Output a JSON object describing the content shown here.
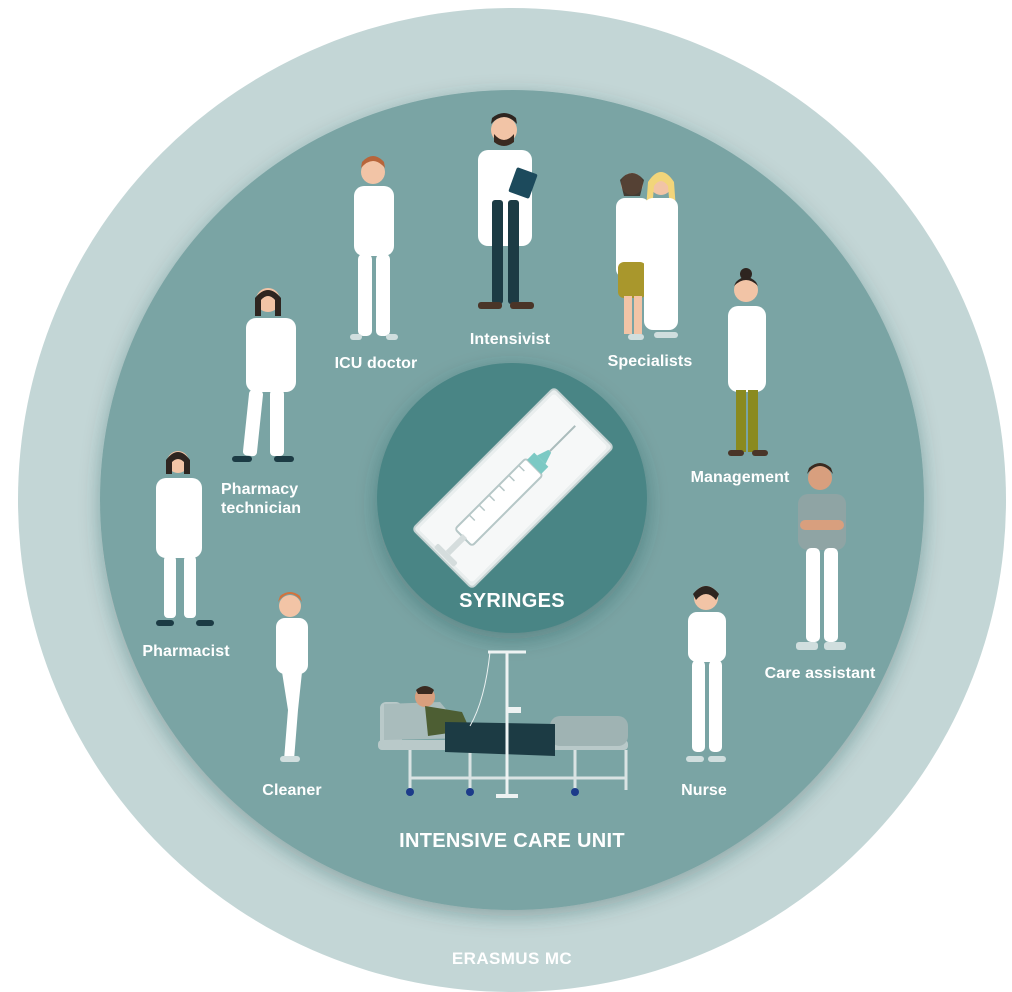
{
  "outer_label": "ERASMUS MC",
  "middle_label": "INTENSIVE CARE UNIT",
  "center_label": "SYRINGES",
  "roles": {
    "icu_doctor": "ICU doctor",
    "intensivist": "Intensivist",
    "specialists": "Specialists",
    "management": "Management",
    "care_assistant": "Care assistant",
    "nurse": "Nurse",
    "cleaner": "Cleaner",
    "pharmacist": "Pharmacist",
    "pharmacy_technician": "Pharmacy\ntechnician"
  },
  "colors": {
    "outer_ring": "#c3d6d6",
    "middle_ring": "#7aa4a4",
    "inner_circle": "#4a8585",
    "label": "#ffffff",
    "coat": "#ffffff",
    "skin": "#f2c4a6",
    "dark": "#1c3b44"
  },
  "icons": [
    "syringe-icon",
    "hospital-bed-icon",
    "patient-icon",
    "iv-stand-icon",
    "person-figure-icon"
  ]
}
